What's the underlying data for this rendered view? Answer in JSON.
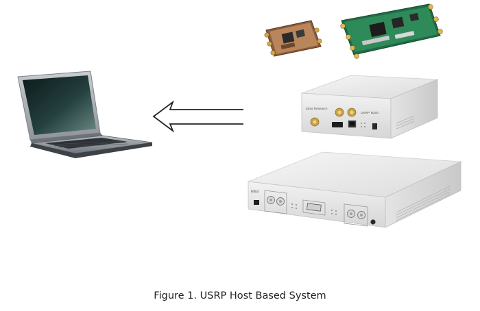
{
  "caption": "Figure 1. USRP Host Based System",
  "devices": {
    "usrp_n200": {
      "brand_text": "Ettus Research",
      "model_text": "USRP N200"
    },
    "usrp_x310": {
      "logo_text": "Ettus"
    }
  },
  "colors": {
    "pcb_green": "#2f8a5a",
    "board_copper": "#b8865a",
    "sma_gold": "#c9a24a",
    "chassis": "#eeeeee",
    "laptop_body": "#9aa0a6",
    "arrow": "#222222"
  },
  "icons": {
    "host": "laptop-icon",
    "direction": "arrow-left-icon"
  }
}
